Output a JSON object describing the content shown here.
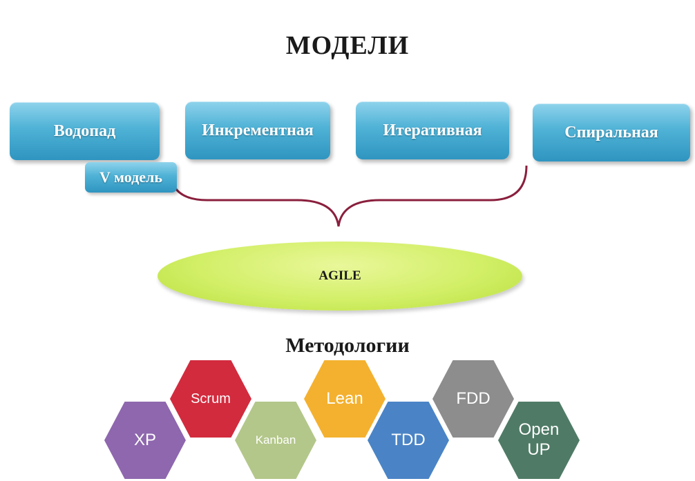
{
  "title": "МОДЕЛИ",
  "models": [
    {
      "label": "Водопад"
    },
    {
      "label": "Инкрементная"
    },
    {
      "label": "Итеративная"
    },
    {
      "label": "Спиральная"
    }
  ],
  "v_model": "V модель",
  "agile": "AGILE",
  "methodologies_title": "Методологии",
  "methodologies": [
    {
      "label": "XP",
      "color": "#8e67ae"
    },
    {
      "label": "Scrum",
      "color": "#d22b3e"
    },
    {
      "label": "Kanban",
      "color": "#b3c78a"
    },
    {
      "label": "Lean",
      "color": "#f4b12f"
    },
    {
      "label": "TDD",
      "color": "#4a84c6"
    },
    {
      "label": "FDD",
      "color": "#8d8d8d"
    },
    {
      "label": "Open UP",
      "color": "#4f7b66"
    }
  ],
  "brace_color": "#8a1f3d"
}
